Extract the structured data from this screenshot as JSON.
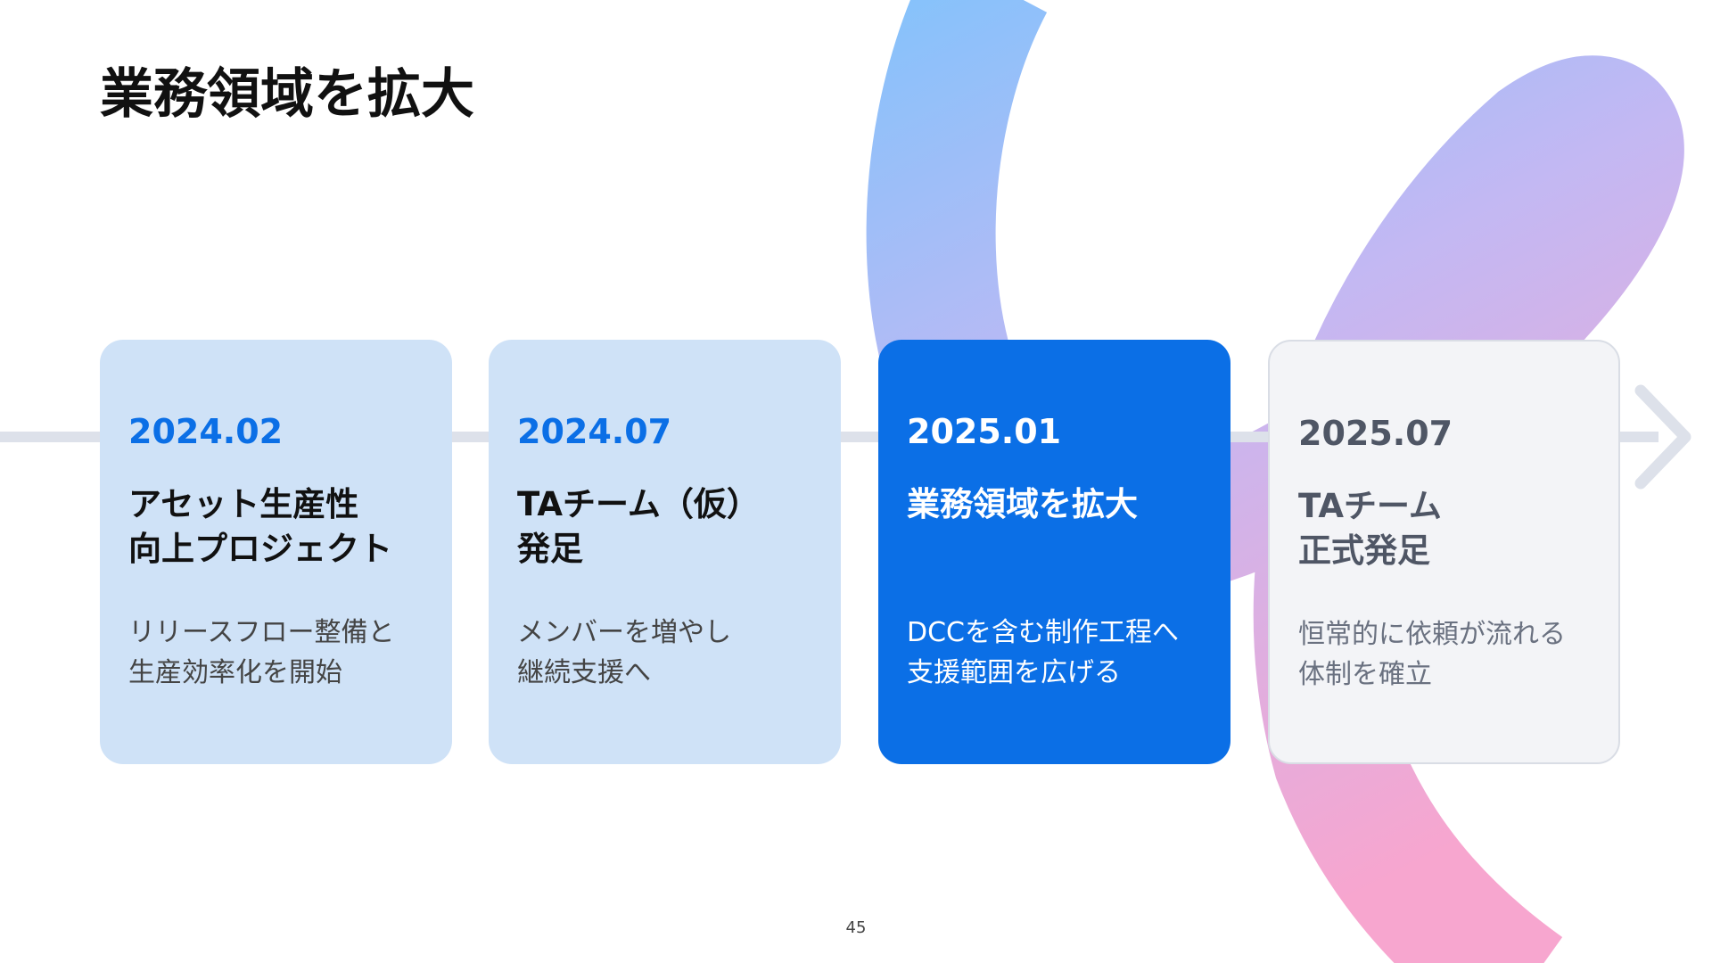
{
  "page_title": "業務領域を拡大",
  "timeline": [
    {
      "date": "2024.02",
      "heading_lines": [
        "アセット生産性",
        "向上プロジェクト"
      ],
      "description_lines": [
        "リリースフロー整備と",
        "生産効率化を開始"
      ]
    },
    {
      "date": "2024.07",
      "heading_lines": [
        "TAチーム（仮）",
        "発足"
      ],
      "description_lines": [
        "メンバーを増やし",
        "継続支援へ"
      ]
    },
    {
      "date": "2025.01",
      "heading_lines": [
        "業務領域を拡大"
      ],
      "description_lines": [
        "DCCを含む制作工程へ",
        "支援範囲を広げる"
      ]
    },
    {
      "date": "2025.07",
      "heading_lines": [
        "TAチーム",
        "正式発足"
      ],
      "description_lines": [
        "恒常的に依頼が流れる",
        "体制を確立"
      ]
    }
  ],
  "page_number": "45",
  "colors": {
    "accent_blue": "#0b6fe6",
    "light_card": "#cfe2f7",
    "muted_card": "#f3f4f7",
    "timeline_gray": "#dde1ea"
  },
  "icons": {
    "timeline_arrow": "arrow-right-icon"
  }
}
